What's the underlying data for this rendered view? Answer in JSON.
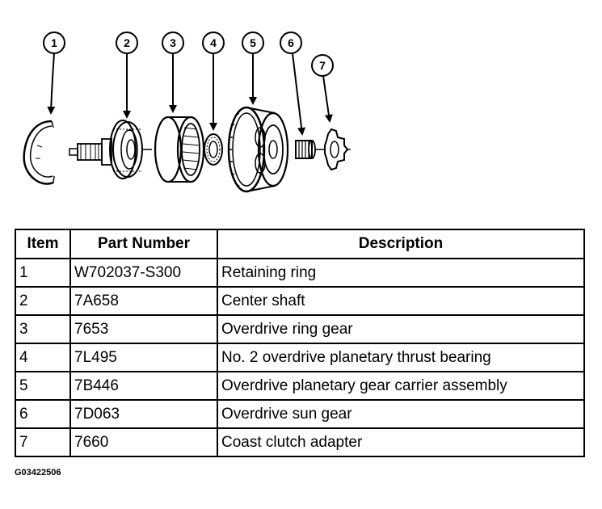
{
  "callouts": [
    "1",
    "2",
    "3",
    "4",
    "5",
    "6",
    "7"
  ],
  "table": {
    "headers": [
      "Item",
      "Part Number",
      "Description"
    ],
    "rows": [
      [
        "1",
        "W702037-S300",
        "Retaining ring"
      ],
      [
        "2",
        "7A658",
        "Center shaft"
      ],
      [
        "3",
        "7653",
        "Overdrive ring gear"
      ],
      [
        "4",
        "7L495",
        "No. 2 overdrive planetary thrust bearing"
      ],
      [
        "5",
        "7B446",
        "Overdrive planetary gear carrier assembly"
      ],
      [
        "6",
        "7D063",
        "Overdrive sun gear"
      ],
      [
        "7",
        "7660",
        "Coast clutch adapter"
      ]
    ]
  },
  "figure_code": "G03422506"
}
